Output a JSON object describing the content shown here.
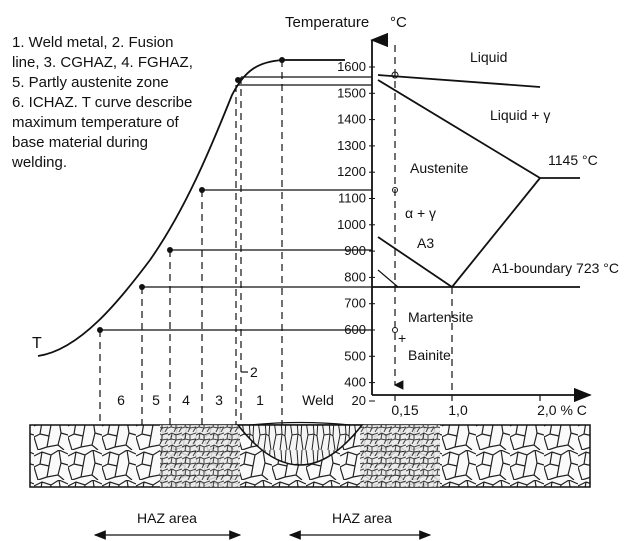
{
  "note_lines": [
    "1. Weld metal, 2. Fusion",
    "line, 3. CGHAZ, 4. FGHAZ,",
    "5. Partly austenite zone",
    "6. ICHAZ. T curve describe",
    "maximum temperature of",
    "base material during",
    "welding."
  ],
  "temperature_label": "Temperature",
  "unit_label": "°C",
  "t_curve_label": "T",
  "temperature_ticks": [
    "1600",
    "1500",
    "1400",
    "1300",
    "1200",
    "1100",
    "1000",
    "900",
    "800",
    "700",
    "600",
    "500",
    "400",
    "20"
  ],
  "carbon_ticks": [
    "0,15",
    "1,0",
    "2,0 % C"
  ],
  "zone_labels": [
    "6",
    "5",
    "4",
    "3",
    "1",
    "Weld"
  ],
  "fusion_line_label": "2",
  "phase_labels": {
    "liquid": "Liquid",
    "liquid_gamma": "Liquid + γ",
    "austenite": "Austenite",
    "eutectic": "1145 °C",
    "alpha_gamma": "α + γ",
    "a3": "A3",
    "a1_boundary": "A1-boundary 723 °C",
    "martensite": "Martensite",
    "bainite": "Bainite",
    "plus": "+"
  },
  "haz_labels": [
    "HAZ area",
    "HAZ area"
  ]
}
